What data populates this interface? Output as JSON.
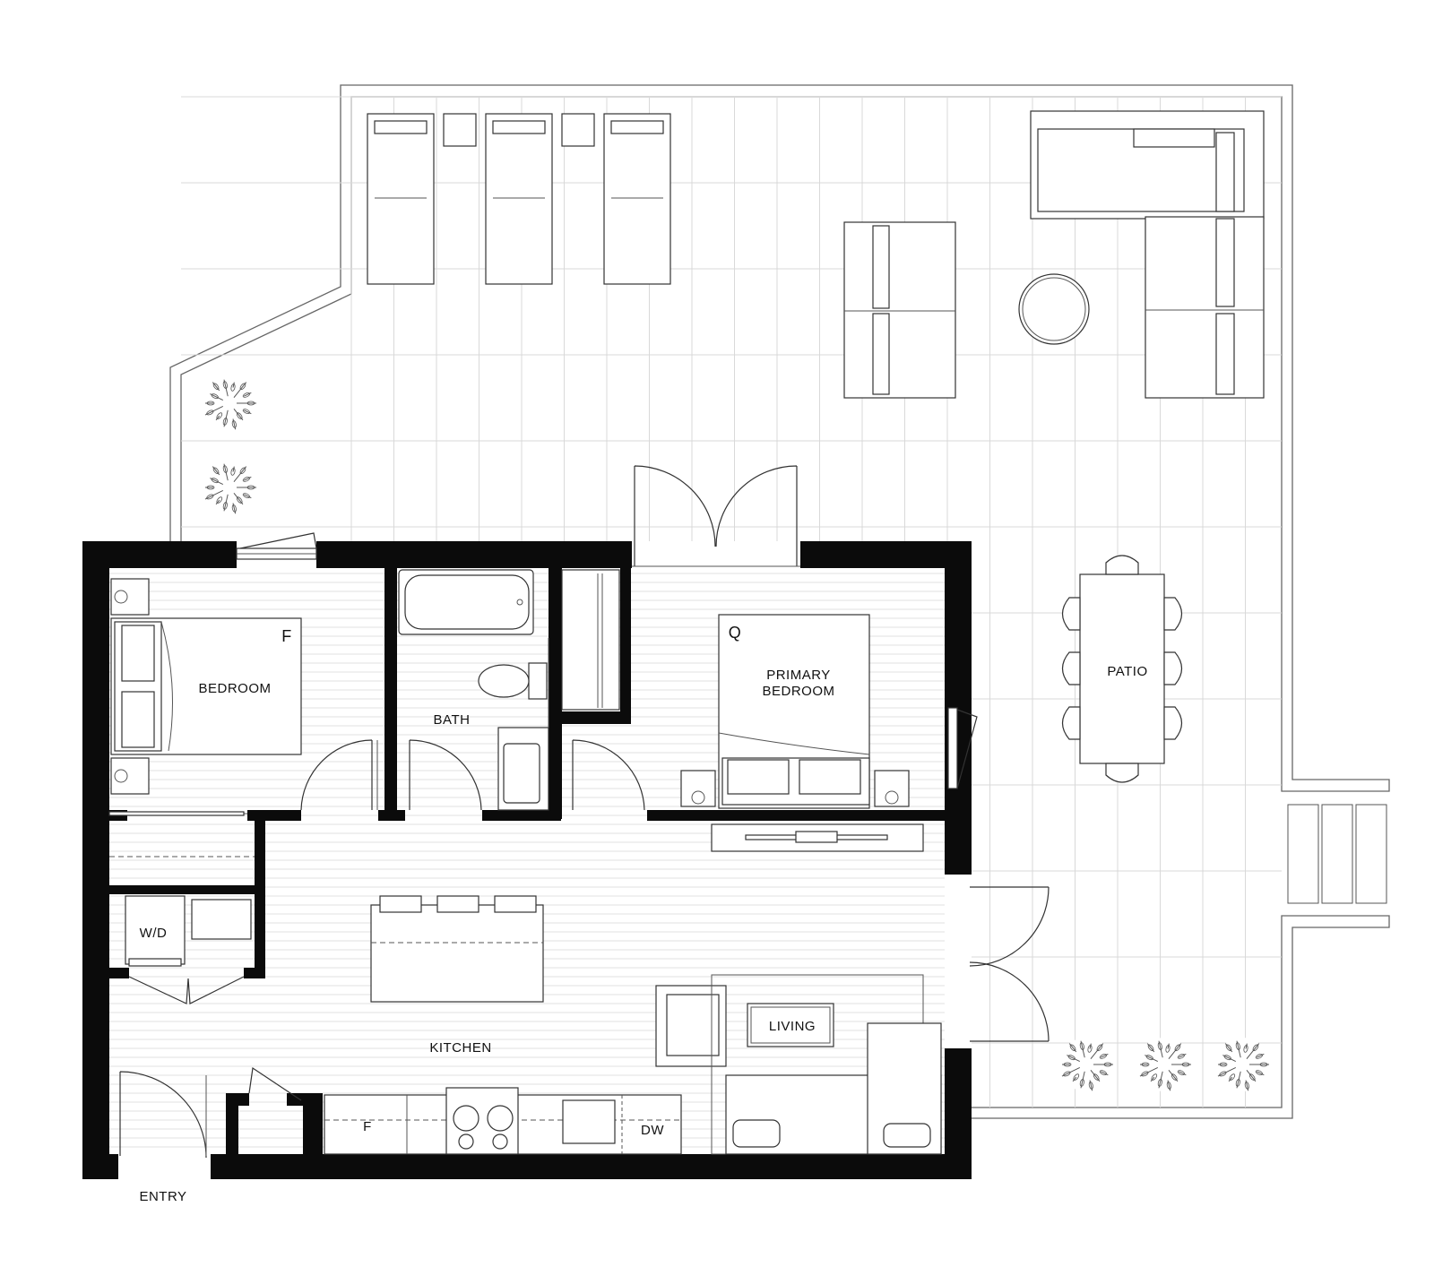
{
  "rooms": {
    "bedroom": "BEDROOM",
    "bath": "BATH",
    "primary_bedroom_line1": "PRIMARY",
    "primary_bedroom_line2": "BEDROOM",
    "patio": "PATIO",
    "kitchen": "KITCHEN",
    "living": "LIVING",
    "entry": "ENTRY",
    "washer_dryer": "W/D"
  },
  "bed_sizes": {
    "bedroom": "F",
    "primary_bedroom": "Q"
  },
  "appliances": {
    "fridge": "F",
    "dishwasher": "DW"
  },
  "colors": {
    "wall": "#0b0b0b",
    "grid": "#d9d9d9",
    "line": "#333333"
  }
}
